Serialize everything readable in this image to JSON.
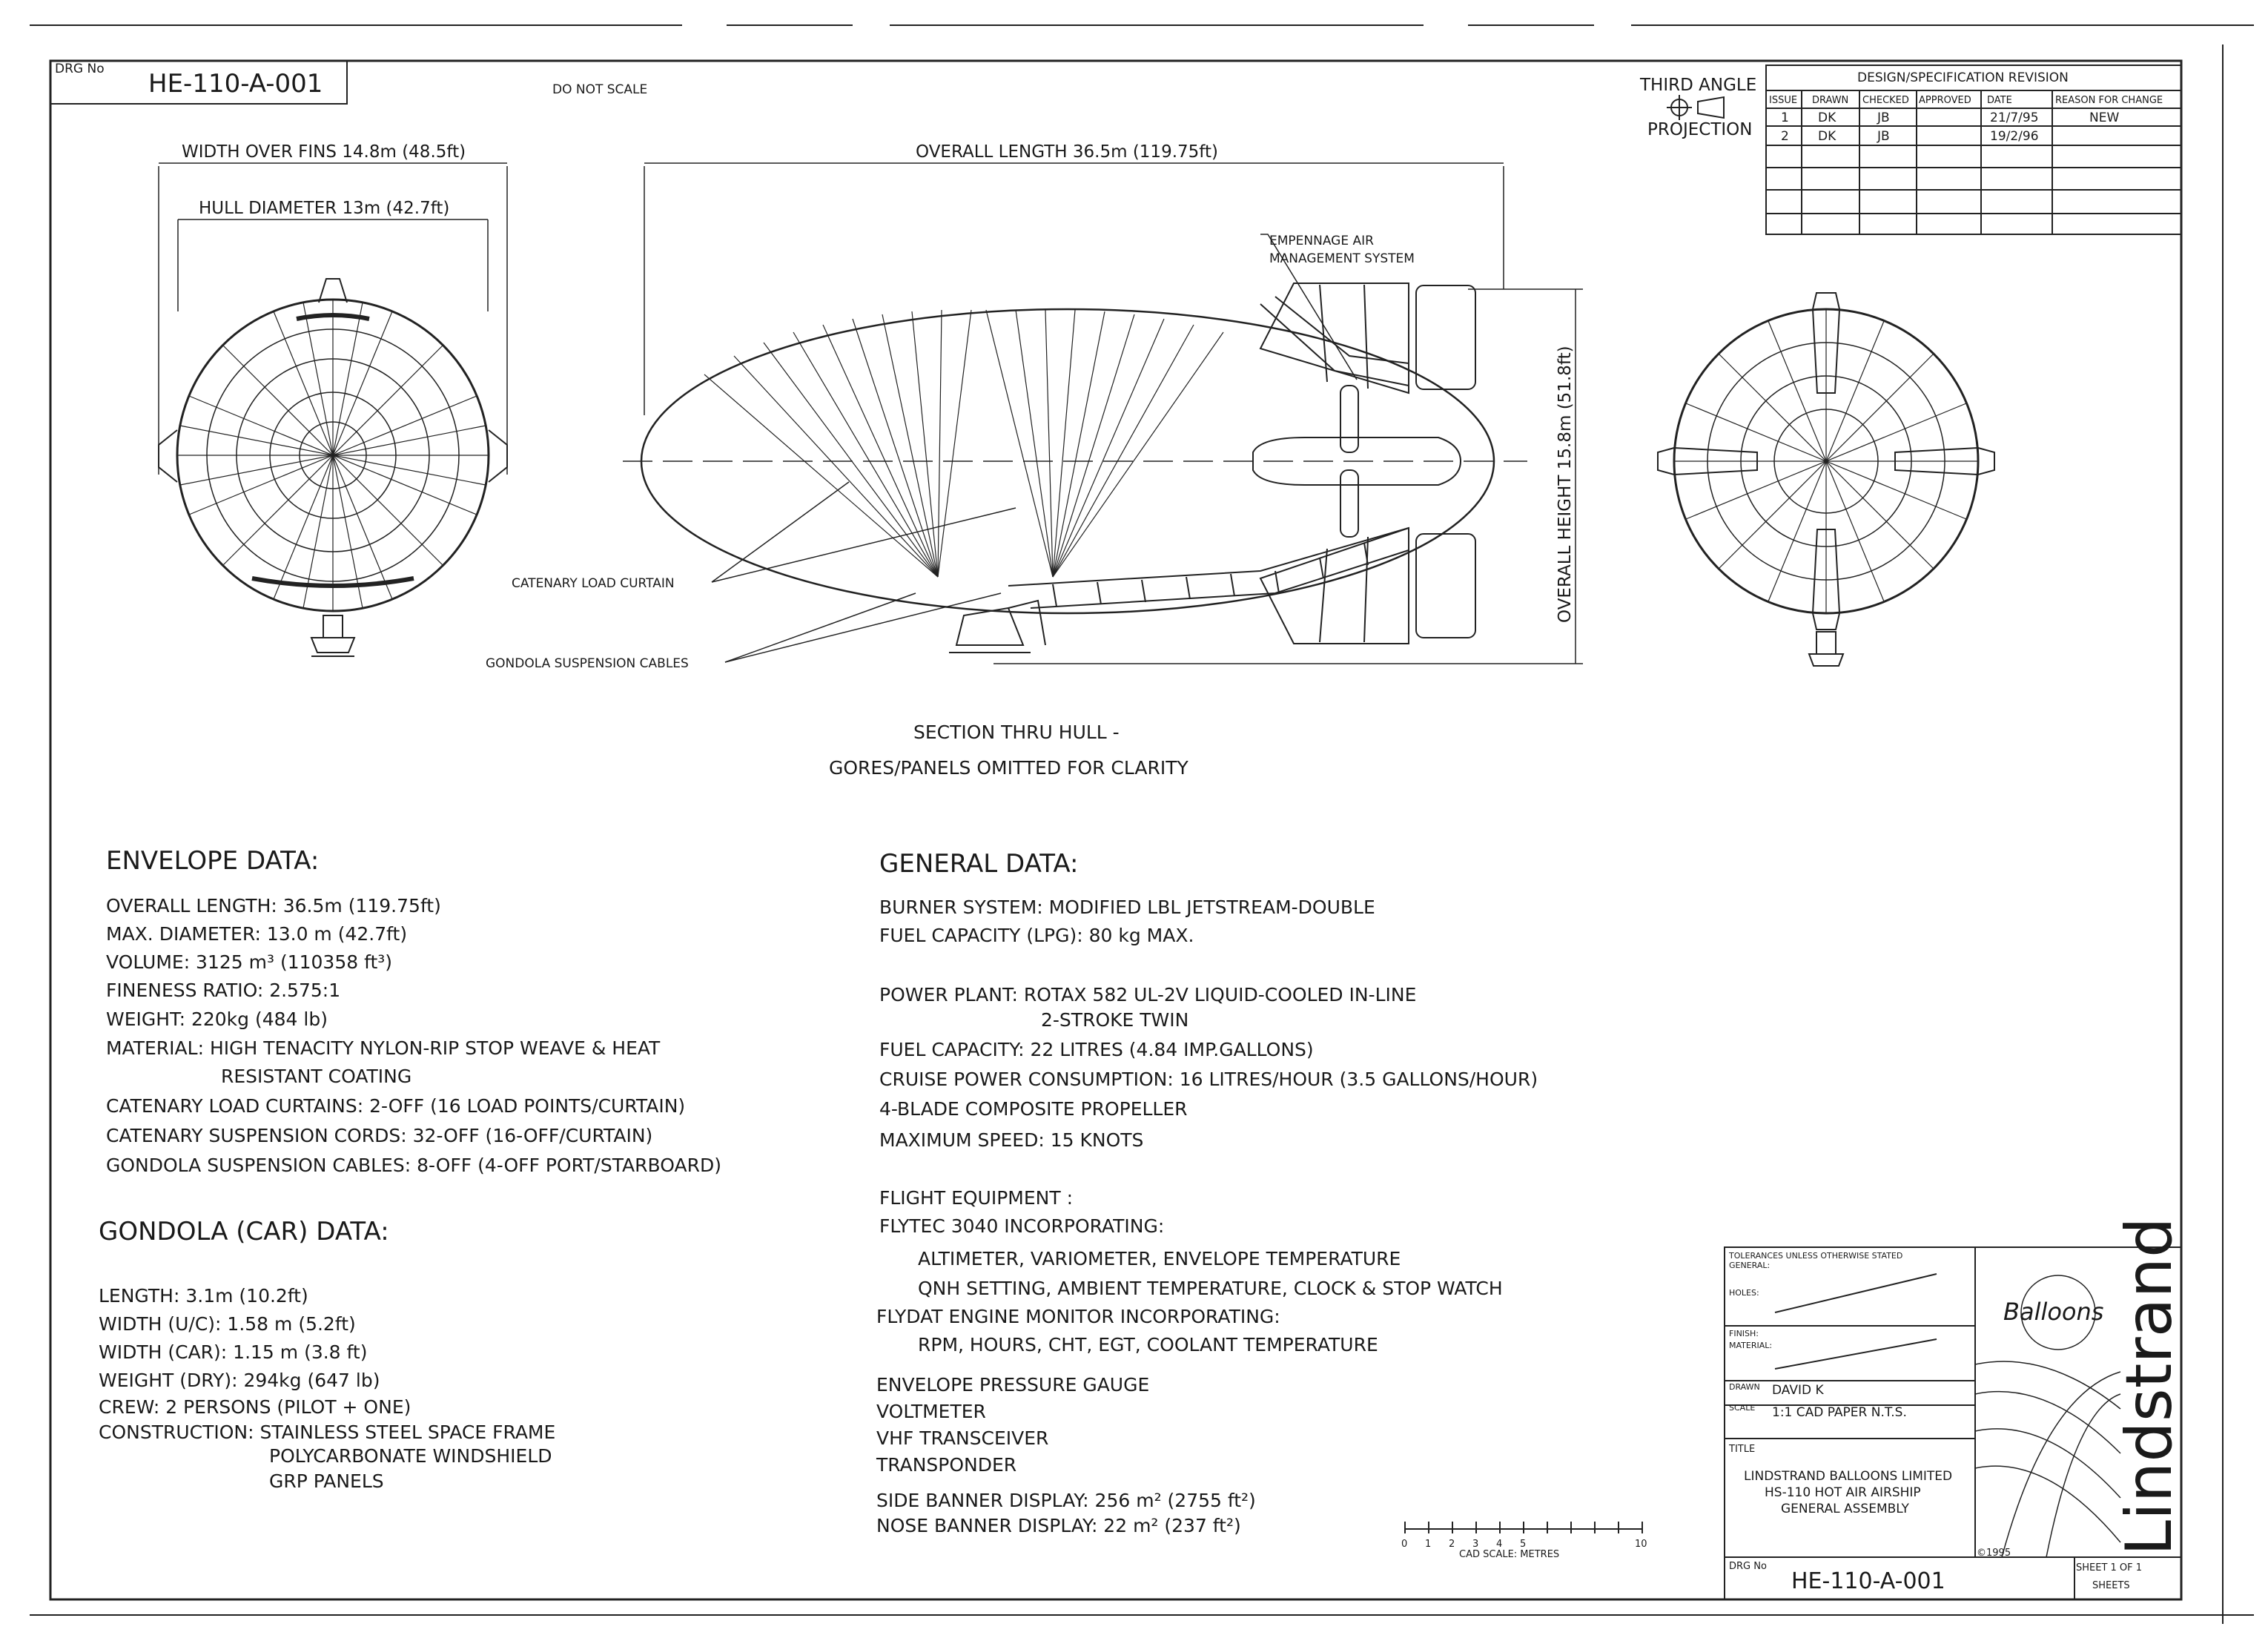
{
  "title_block": {
    "drg_label": "DRG No",
    "drg_number": "HE-110-A-001",
    "do_not_scale": "DO NOT SCALE",
    "projection_line1": "THIRD ANGLE",
    "projection_line2": "PROJECTION"
  },
  "revision_table": {
    "title": "DESIGN/SPECIFICATION REVISION",
    "headers": [
      "ISSUE",
      "DRAWN",
      "CHECKED",
      "APPROVED",
      "DATE",
      "REASON FOR CHANGE"
    ],
    "rows": [
      [
        "1",
        "DK",
        "JB",
        "",
        "21/7/95",
        "NEW"
      ],
      [
        "2",
        "DK",
        "JB",
        "",
        "19/2/96",
        ""
      ]
    ]
  },
  "drawing": {
    "width_over_fins": "WIDTH OVER FINS 14.8m (48.5ft)",
    "hull_diameter": "HULL DIAMETER 13m (42.7ft)",
    "overall_length": "OVERALL LENGTH 36.5m (119.75ft)",
    "overall_height": "OVERALL HEIGHT 15.8m (51.8ft)",
    "empennage_line1": "EMPENNAGE AIR",
    "empennage_line2": "MANAGEMENT SYSTEM",
    "catenary_curtain": "CATENARY LOAD CURTAIN",
    "gondola_cables": "GONDOLA SUSPENSION CABLES",
    "section_line1": "SECTION THRU HULL -",
    "section_line2": "GORES/PANELS OMITTED FOR CLARITY"
  },
  "envelope_data": {
    "heading": "ENVELOPE DATA:",
    "lines": [
      "OVERALL LENGTH: 36.5m (119.75ft)",
      "MAX. DIAMETER: 13.0 m (42.7ft)",
      "VOLUME: 3125 m³ (110358 ft³)",
      "FINENESS RATIO: 2.575:1",
      "WEIGHT: 220kg (484 lb)",
      "MATERIAL: HIGH TENACITY NYLON-RIP STOP WEAVE & HEAT",
      "RESISTANT COATING",
      "CATENARY LOAD CURTAINS: 2-OFF (16 LOAD POINTS/CURTAIN)",
      "CATENARY SUSPENSION CORDS: 32-OFF (16-OFF/CURTAIN)",
      "GONDOLA SUSPENSION CABLES: 8-OFF (4-OFF PORT/STARBOARD)"
    ]
  },
  "gondola_data": {
    "heading": "GONDOLA (CAR) DATA:",
    "lines": [
      "LENGTH: 3.1m (10.2ft)",
      "WIDTH (U/C): 1.58 m (5.2ft)",
      "WIDTH (CAR): 1.15 m (3.8 ft)",
      "WEIGHT (DRY): 294kg (647 lb)",
      "CREW: 2 PERSONS (PILOT + ONE)",
      "CONSTRUCTION: STAINLESS STEEL SPACE FRAME",
      "POLYCARBONATE WINDSHIELD",
      "GRP PANELS"
    ]
  },
  "general_data": {
    "heading": "GENERAL DATA:",
    "lines": [
      "BURNER SYSTEM: MODIFIED LBL JETSTREAM-DOUBLE",
      "FUEL CAPACITY (LPG): 80 kg MAX.",
      "POWER PLANT: ROTAX 582 UL-2V LIQUID-COOLED IN-LINE",
      "2-STROKE TWIN",
      "FUEL CAPACITY: 22 LITRES (4.84 IMP.GALLONS)",
      "CRUISE POWER CONSUMPTION: 16 LITRES/HOUR (3.5 GALLONS/HOUR)",
      "4-BLADE COMPOSITE PROPELLER",
      "MAXIMUM SPEED: 15 KNOTS",
      "FLIGHT EQUIPMENT :",
      "FLYTEC 3040 INCORPORATING:",
      "ALTIMETER, VARIOMETER, ENVELOPE TEMPERATURE",
      "QNH SETTING, AMBIENT TEMPERATURE, CLOCK & STOP WATCH",
      "FLYDAT ENGINE MONITOR INCORPORATING:",
      "RPM, HOURS, CHT, EGT, COOLANT TEMPERATURE",
      "ENVELOPE PRESSURE GAUGE",
      "VOLTMETER",
      "VHF TRANSCEIVER",
      "TRANSPONDER",
      "SIDE BANNER DISPLAY: 256 m² (2755 ft²)",
      "NOSE BANNER DISPLAY: 22 m² (237 ft²)"
    ]
  },
  "scale_bar": {
    "ticks": [
      "0",
      "1",
      "2",
      "3",
      "4",
      "5",
      "10"
    ],
    "caption": "CAD SCALE: METRES"
  },
  "bottom_block": {
    "tolerances": "TOLERANCES UNLESS OTHERWISE STATED",
    "general": "GENERAL:",
    "holes": "HOLES:",
    "finish": "FINISH:",
    "material": "MATERIAL:",
    "drawn_label": "DRAWN",
    "drawn_value": "DAVID K",
    "scale_label": "SCALE",
    "scale_value": "1:1 CAD  PAPER N.T.S.",
    "title_label": "TITLE",
    "title_line1": "LINDSTRAND BALLOONS LIMITED",
    "title_line2": "HS-110 HOT AIR AIRSHIP",
    "title_line3": "GENERAL ASSEMBLY",
    "drg_label": "DRG No",
    "drg_number": "HE-110-A-001",
    "copyright": "©1995",
    "sheet_line1": "SHEET 1 OF 1",
    "sheet_line2": "SHEETS",
    "logo_balloons": "Balloons",
    "logo_brand": "Lindstrand"
  }
}
